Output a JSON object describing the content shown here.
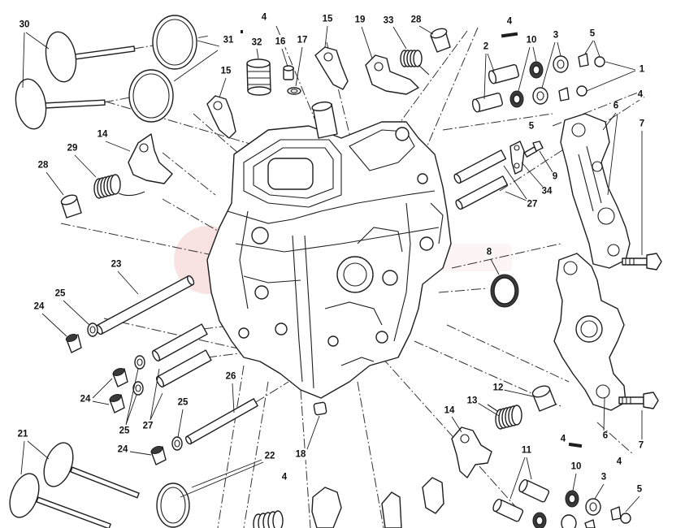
{
  "diagram": {
    "labels": [
      "30",
      "31",
      "4",
      "15",
      "19",
      "33",
      "28",
      "4",
      "32",
      "16",
      "17",
      "2",
      "10",
      "3",
      "5",
      "1",
      "15",
      "4",
      "6",
      "5",
      "7",
      "14",
      "29",
      "28",
      "9",
      "34",
      "27",
      "8",
      "23",
      "25",
      "24",
      "26",
      "12",
      "13",
      "24",
      "25",
      "14",
      "21",
      "25",
      "27",
      "6",
      "4",
      "7",
      "22",
      "18",
      "24",
      "11",
      "4",
      "4",
      "10",
      "3",
      "5"
    ]
  },
  "colors": {
    "line": "#1e1e1e",
    "label": "#111111",
    "watermark": "#d94b4b",
    "background": "#ffffff"
  }
}
